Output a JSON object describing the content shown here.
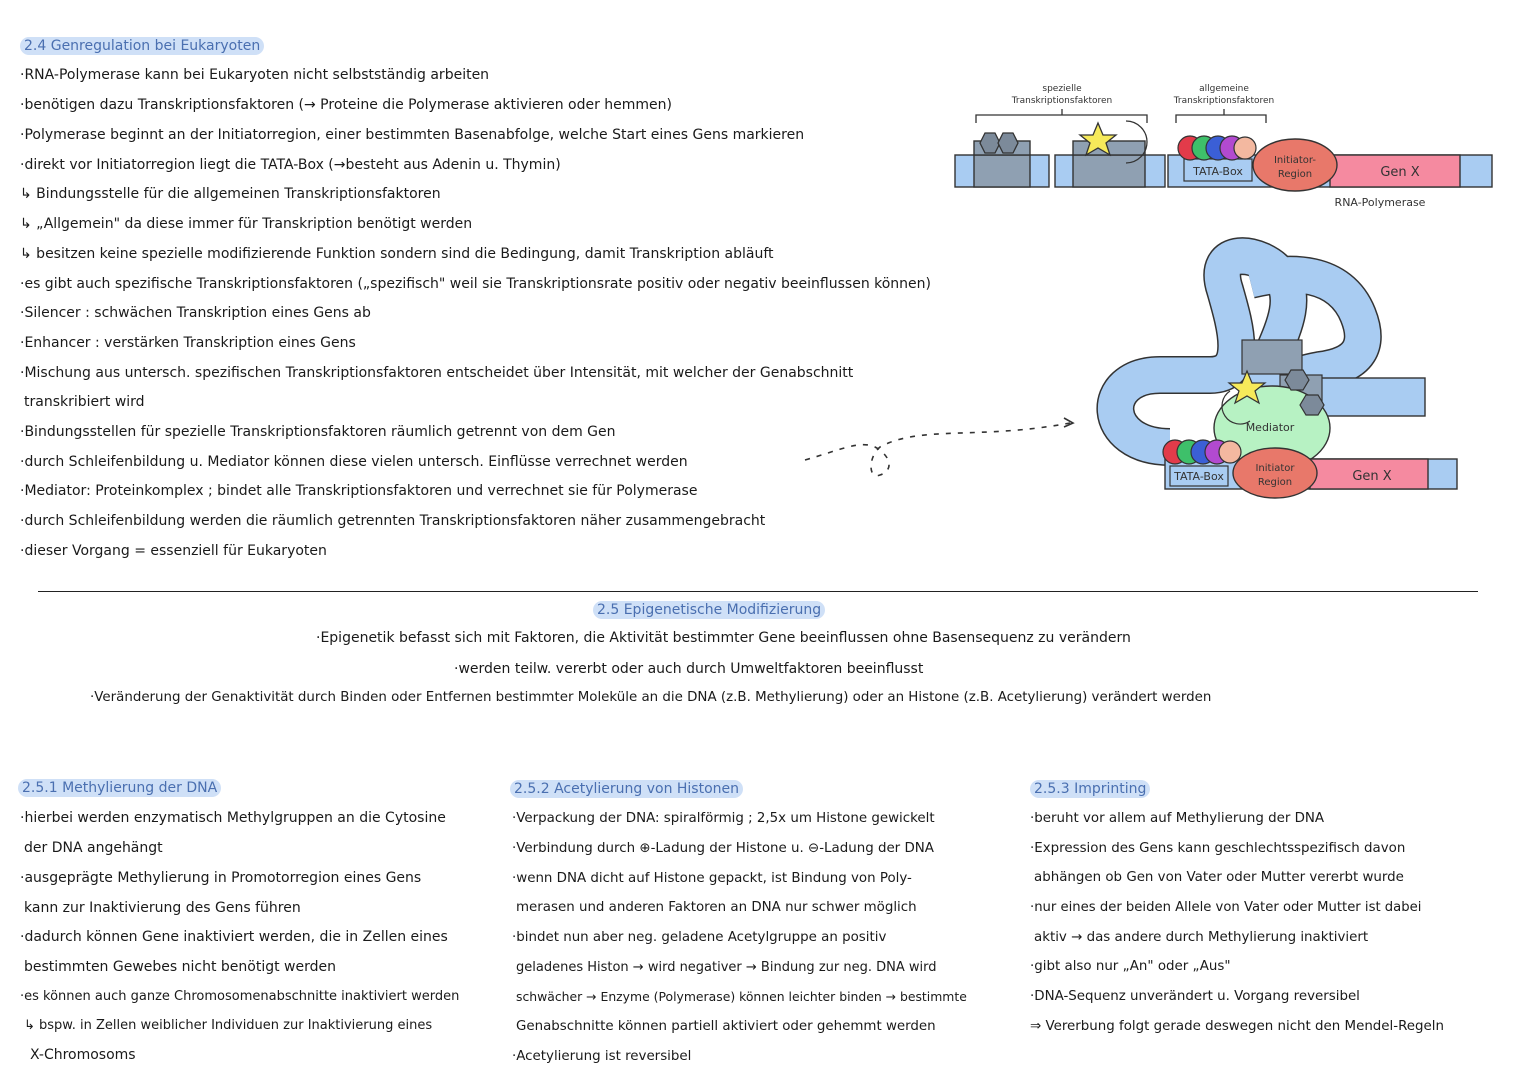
{
  "sec24": {
    "heading": "2.4 Genregulation bei Eukaryoten",
    "lines": [
      "·RNA-Polymerase kann bei Eukaryoten nicht selbstständig arbeiten",
      "·benötigen dazu Transkriptionsfaktoren (→ Proteine die Polymerase aktivieren oder hemmen)",
      "·Polymerase beginnt an der Initiatorregion, einer bestimmten Basenabfolge, welche Start eines Gens markieren",
      "·direkt vor Initiatorregion liegt die TATA-Box (→besteht aus Adenin u. Thymin)",
      "↳ Bindungsstelle für die allgemeinen Transkriptionsfaktoren",
      "↳ „Allgemein\" da diese immer für Transkription benötigt werden",
      "↳ besitzen keine spezielle modifizierende Funktion sondern sind die Bedingung, damit Transkription abläuft",
      "·es gibt auch spezifische Transkriptionsfaktoren („spezifisch\" weil sie Transkriptionsrate positiv oder negativ beeinflussen können)",
      "·Silencer : schwächen Transkription eines Gens ab",
      "·Enhancer : verstärken Transkription eines Gens",
      "·Mischung aus untersch. spezifischen Transkriptionsfaktoren entscheidet über Intensität, mit welcher der Genabschnitt",
      "transkribiert wird",
      "·Bindungsstellen für spezielle Transkriptionsfaktoren räumlich getrennt von dem Gen",
      "·durch Schleifenbildung u. Mediator können diese vielen untersch. Einflüsse verrechnet werden",
      "·Mediator: Proteinkomplex ; bindet alle Transkriptionsfaktoren und verrechnet sie für Polymerase",
      "·durch Schleifenbildung werden die räumlich getrennten Transkriptionsfaktoren näher zusammengebracht",
      "·dieser Vorgang = essenziell für Eukaryoten"
    ]
  },
  "diagram": {
    "label_special": "spezielle\nTranskriptionsfaktoren",
    "label_general": "allgemeine\nTranskriptionsfaktoren",
    "tata_box": "TATA-Box",
    "initiator": "Initiator-\nRegion",
    "initiator2": "Initiator\nRegion",
    "gene": "Gen X",
    "polymerase": "RNA-Polymerase",
    "mediator": "Mediator"
  },
  "sec25": {
    "heading": "2.5 Epigenetische Modifizierung",
    "lines": [
      "·Epigenetik befasst sich mit Faktoren, die Aktivität bestimmter Gene beeinflussen ohne Basensequenz zu verändern",
      "·werden teilw. vererbt oder auch durch Umweltfaktoren beeinflusst",
      "·Veränderung der Genaktivität durch Binden oder Entfernen bestimmter Moleküle an die DNA (z.B. Methylierung) oder an Histone (z.B. Acetylierung) verändert werden"
    ]
  },
  "sec251": {
    "heading": "2.5.1 Methylierung der DNA",
    "lines": [
      "·hierbei werden enzymatisch Methylgruppen an die Cytosine",
      "der DNA angehängt",
      "·ausgeprägte Methylierung in Promotorregion eines Gens",
      "kann zur Inaktivierung des Gens führen",
      "·dadurch können Gene inaktiviert werden, die in Zellen eines",
      "bestimmten Gewebes nicht benötigt werden",
      "·es können auch ganze Chromosomenabschnitte inaktiviert werden",
      "↳ bspw. in Zellen weiblicher Individuen zur Inaktivierung eines",
      "X-Chromosoms"
    ]
  },
  "sec252": {
    "heading": "2.5.2 Acetylierung von Histonen",
    "lines": [
      "·Verpackung der DNA: spiralförmig ; 2,5x um Histone gewickelt",
      "·Verbindung durch ⊕-Ladung der Histone u. ⊖-Ladung der DNA",
      "·wenn DNA dicht auf Histone gepackt, ist Bindung von Poly-",
      "merasen und anderen Faktoren an DNA nur schwer möglich",
      "·bindet nun aber neg. geladene Acetylgruppe an positiv",
      "geladenes Histon → wird negativer → Bindung zur neg. DNA wird",
      "schwächer → Enzyme (Polymerase) können leichter binden → bestimmte",
      "Genabschnitte können partiell aktiviert oder gehemmt werden",
      "·Acetylierung ist reversibel"
    ]
  },
  "sec253": {
    "heading": "2.5.3 Imprinting",
    "lines": [
      "·beruht vor allem auf Methylierung der DNA",
      "·Expression des Gens kann geschlechtsspezifisch davon",
      "abhängen ob Gen von Vater oder Mutter vererbt wurde",
      "·nur eines der beiden Allele von Vater oder Mutter ist dabei",
      "aktiv → das andere durch Methylierung inaktiviert",
      "·gibt also nur „An\" oder „Aus\"",
      "·DNA-Sequenz unverändert u. Vorgang reversibel",
      "⇒ Vererbung folgt gerade deswegen nicht den Mendel-Regeln"
    ]
  },
  "colors": {
    "dna_blue": "#a9ccf2",
    "gene_pink": "#f58aa0",
    "initiator_red": "#e8786a",
    "mediator_green": "#b7f2c3",
    "star_yellow": "#f6ea5a",
    "factor_gray": "#7c8a9a",
    "heading_bg": "#cfe0f7",
    "heading_text": "#4a6fb0"
  }
}
